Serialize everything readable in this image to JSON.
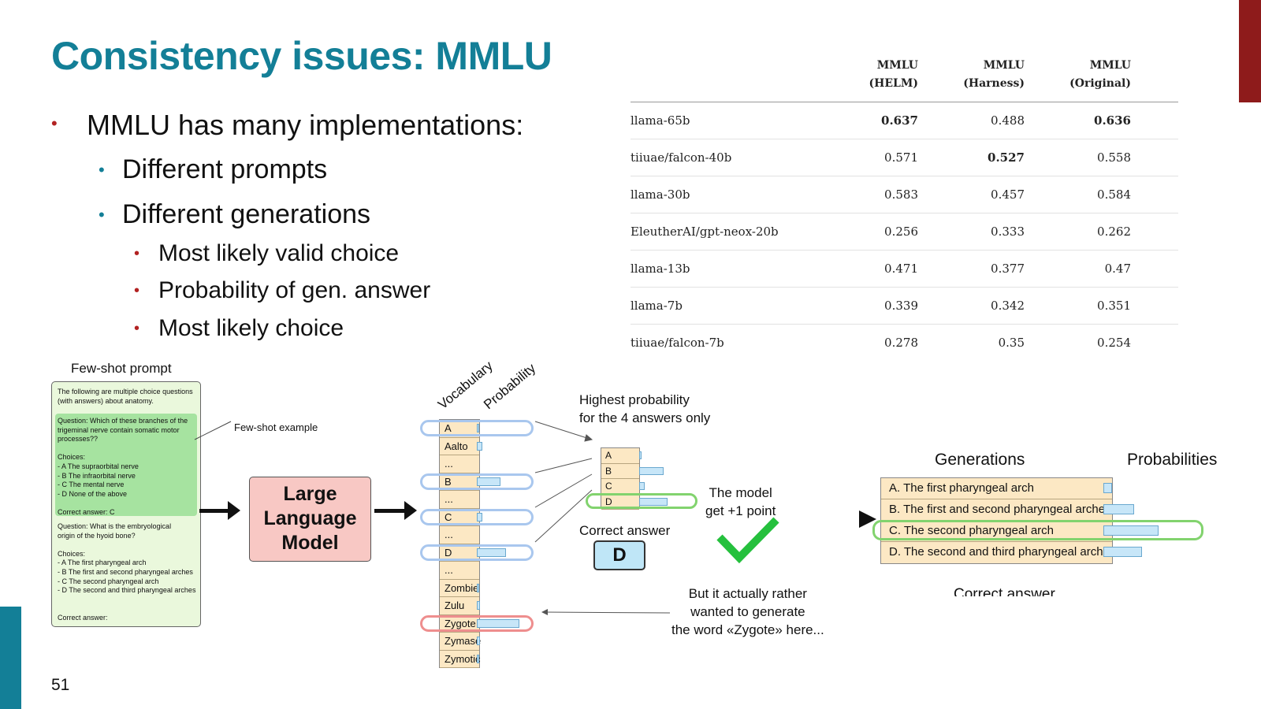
{
  "slide": {
    "title": "Consistency issues: MMLU",
    "page_number": "51",
    "colors": {
      "title": "#137f97",
      "accent_top": "#8e1b1b",
      "accent_bottom": "#137f97",
      "bullet_red": "#b22222"
    }
  },
  "bullets": {
    "b1": "MMLU has many implementations:",
    "b2a": "Different prompts",
    "b2b": "Different generations",
    "b3a": "Most likely valid choice",
    "b3b": "Probability of gen. answer",
    "b3c": "Most likely choice"
  },
  "table": {
    "headers": [
      {
        "top": "MMLU",
        "bottom": "(HELM)"
      },
      {
        "top": "MMLU",
        "bottom": "(Harness)"
      },
      {
        "top": "MMLU",
        "bottom": "(Original)"
      }
    ],
    "rows": [
      {
        "model": "llama-65b",
        "values": [
          "0.637",
          "0.488",
          "0.636"
        ]
      },
      {
        "model": "tiiuae/falcon-40b",
        "values": [
          "0.571",
          "0.527",
          "0.558"
        ]
      },
      {
        "model": "llama-30b",
        "values": [
          "0.583",
          "0.457",
          "0.584"
        ]
      },
      {
        "model": "EleutherAI/gpt-neox-20b",
        "values": [
          "0.256",
          "0.333",
          "0.262"
        ]
      },
      {
        "model": "llama-13b",
        "values": [
          "0.471",
          "0.377",
          "0.47"
        ]
      },
      {
        "model": "llama-7b",
        "values": [
          "0.339",
          "0.342",
          "0.351"
        ]
      },
      {
        "model": "tiiuae/falcon-7b",
        "values": [
          "0.278",
          "0.35",
          "0.254"
        ]
      }
    ]
  },
  "figure": {
    "fewshot_title": "Few-shot prompt",
    "fewshot_example_label": "Few-shot example",
    "prompt_intro": "The following are multiple choice questions\n(with answers) about anatomy.",
    "prompt_example": "Question: Which of these branches of the\ntrigeminal nerve contain somatic motor\nprocesses??\n\nChoices:\n- A The supraorbital nerve\n- B The infraorbital nerve\n- C The mental nerve\n- D None of the above\n\nCorrect answer: C",
    "prompt_question": "Question: What is the embryological\norigin of the hyoid bone?\n\nChoices:\n- A The first pharyngeal arch\n- B The first and second pharyngeal arches\n- C The second pharyngeal arch\n- D The second and third pharyngeal arches\n\n\nCorrect answer:",
    "llm_label": "Large\nLanguage\nModel",
    "vocab_label": "Vocabulary",
    "prob_label": "Probability",
    "vocab": [
      {
        "token": "A",
        "p": 0.05
      },
      {
        "token": "Aalto",
        "p": 0.12
      },
      {
        "token": "...",
        "p": 0
      },
      {
        "token": "B",
        "p": 0.5
      },
      {
        "token": "...",
        "p": 0
      },
      {
        "token": "C",
        "p": 0.12
      },
      {
        "token": "...",
        "p": 0
      },
      {
        "token": "D",
        "p": 0.62
      },
      {
        "token": "...",
        "p": 0
      },
      {
        "token": "Zombie",
        "p": 0.05
      },
      {
        "token": "Zulu",
        "p": 0.07
      },
      {
        "token": "Zygote",
        "p": 0.9
      },
      {
        "token": "Zymase",
        "p": 0.06
      },
      {
        "token": "Zymotic",
        "p": 0.04
      }
    ],
    "highest_label": "Highest probability\nfor the 4 answers only",
    "answers4": [
      {
        "token": "A",
        "p": 0.08
      },
      {
        "token": "B",
        "p": 0.85
      },
      {
        "token": "C",
        "p": 0.2
      },
      {
        "token": "D",
        "p": 1.0
      }
    ],
    "correct_answer_label": "Correct answer",
    "correct_answer_value": "D",
    "model_point_label": "The model\nget +1 point",
    "zygote_note": "But it actually rather\nwanted to generate\nthe word «Zygote» here..."
  },
  "generations": {
    "title_generations": "Generations",
    "title_probabilities": "Probabilities",
    "rows": [
      {
        "text": "A. The first pharyngeal arch",
        "p": 0.15
      },
      {
        "text": "B. The first and second pharyngeal arches",
        "p": 0.55
      },
      {
        "text": "C. The second pharyngeal arch",
        "p": 1.0
      },
      {
        "text": "D. The second and third pharyngeal arches",
        "p": 0.7
      }
    ],
    "cut_label": "Correct answer"
  }
}
